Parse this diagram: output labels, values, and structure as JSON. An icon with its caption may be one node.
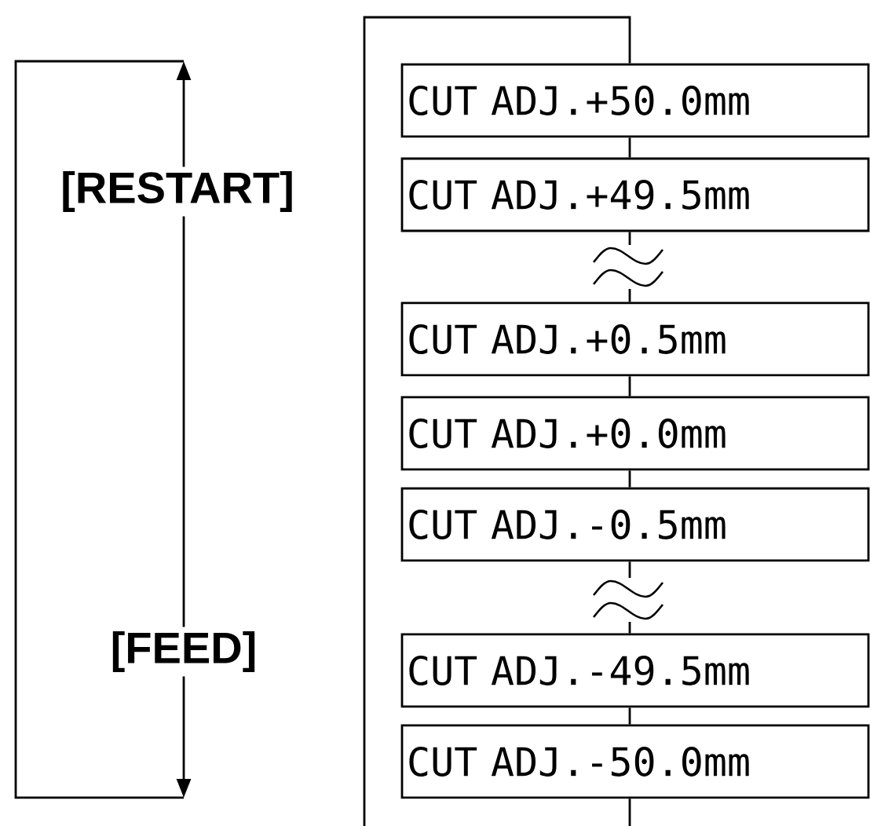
{
  "diagram": {
    "nodes": [
      {
        "text": [
          "[RESTART]"
        ]
      },
      {
        "text": [
          "[FEED]"
        ]
      },
      {
        "text": [
          "CUT ADJ.+50.0mm"
        ]
      },
      {
        "text": [
          "CUT ADJ.+49.5mm"
        ]
      },
      {
        "text": [
          "CUT ADJ.+0.5mm"
        ]
      },
      {
        "text": [
          "CUT ADJ.+0.0mm"
        ]
      },
      {
        "text": [
          "CUT ADJ.-0.5mm"
        ]
      },
      {
        "text": [
          "CUT ADJ.-49.5mm"
        ]
      },
      {
        "text": [
          "CUT ADJ.-50.0mm"
        ]
      }
    ],
    "edges": [
      {
        "from": 0,
        "to": null,
        "arrow": "to"
      },
      {
        "from": 0,
        "to": 1,
        "arrow": "none"
      },
      {
        "from": 1,
        "to": null,
        "arrow": "to"
      },
      {
        "from": 2,
        "to": 3,
        "arrow": "none"
      },
      {
        "from": 3,
        "to": 4,
        "arrow": "none"
      },
      {
        "from": 4,
        "to": 5,
        "arrow": "none"
      },
      {
        "from": 5,
        "to": 6,
        "arrow": "none"
      },
      {
        "from": 6,
        "to": 7,
        "arrow": "none"
      },
      {
        "from": 7,
        "to": 8,
        "arrow": "none"
      },
      {
        "from": 8,
        "to": 2,
        "arrow": "none"
      }
    ]
  }
}
